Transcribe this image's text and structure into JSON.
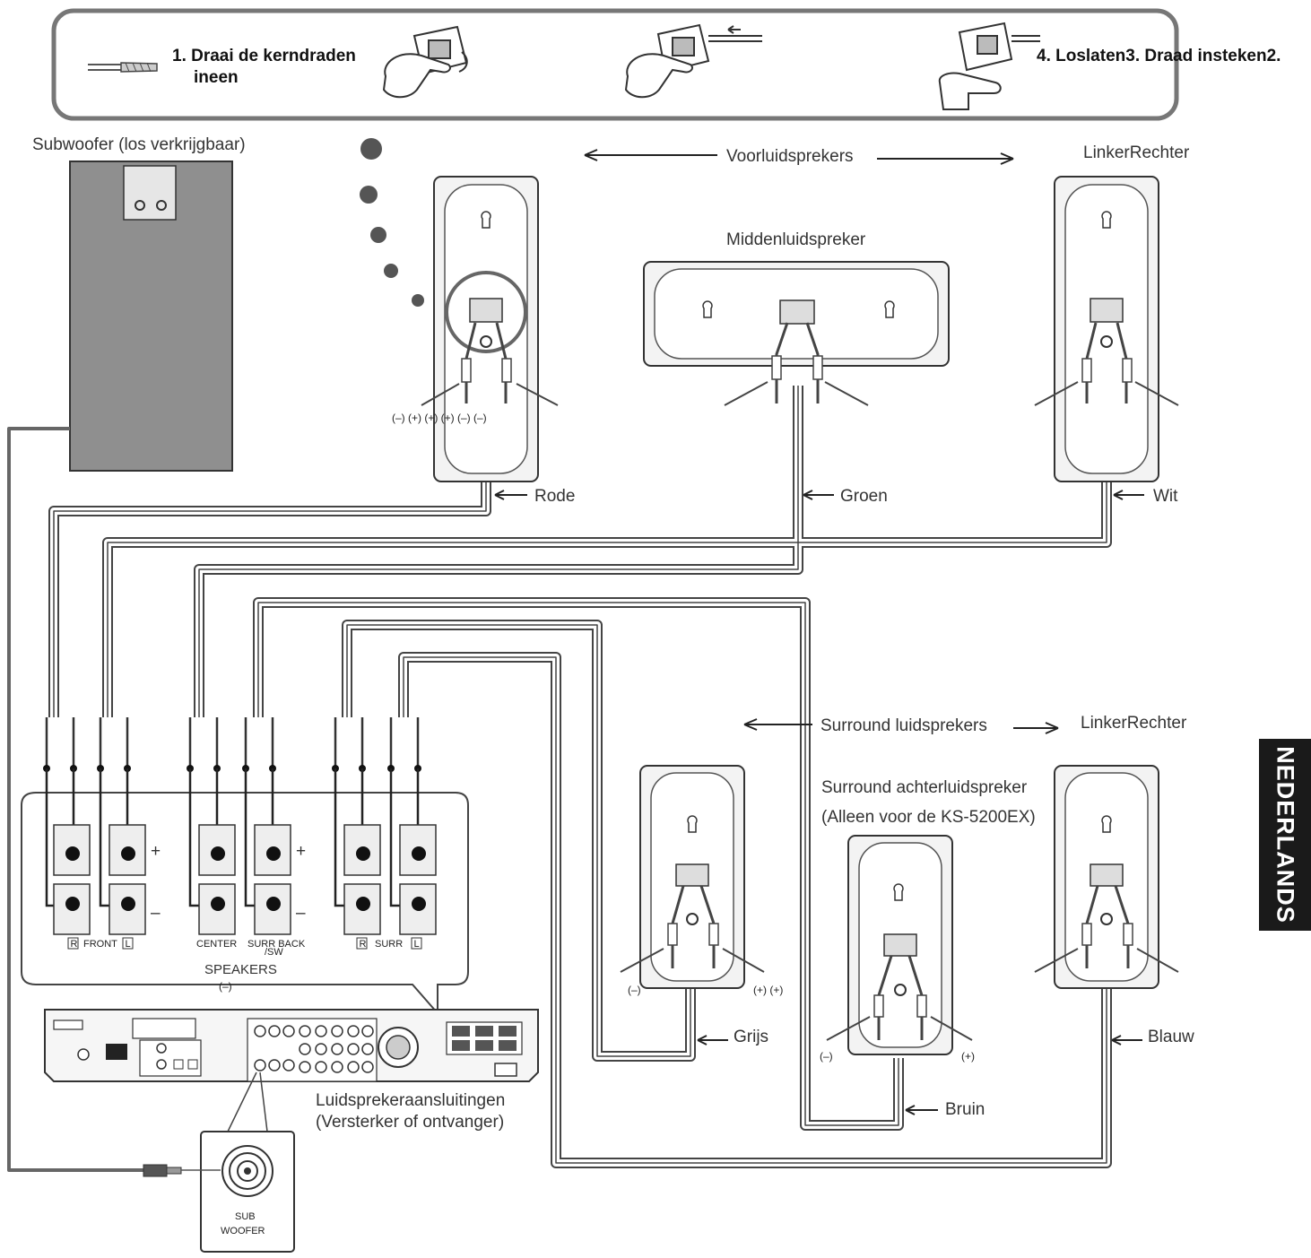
{
  "steps": {
    "step1": "1. Draai de kerndraden",
    "step1b": "ineen",
    "steps_combined": "4. Loslaten3. Draad insteken2."
  },
  "subwoofer": {
    "label": "Subwoofer (los verkrijgbaar)"
  },
  "front": {
    "label": "Voorluidsprekers",
    "left_right": "LinkerRechter",
    "polarity": "(–) (+) (+) (+) (–) (–)"
  },
  "center": {
    "label": "Middenluidspreker"
  },
  "surround": {
    "label": "Surround luidsprekers",
    "left_right": "LinkerRechter",
    "back_line1": "Surround achterluidspreker",
    "back_line2": "(Alleen voor de KS-5200EX)"
  },
  "wire_colors": {
    "red": "Rode",
    "green": "Groen",
    "white": "Wit",
    "grey": "Grijs",
    "brown": "Bruin",
    "blue": "Blauw"
  },
  "polarity": {
    "minus": "(–)",
    "plus": "(+)",
    "plus_plus": "(+) (+)"
  },
  "terminals": {
    "front": "FRONT",
    "center": "CENTER",
    "surr_back": "SURR BACK",
    "sw": "/SW",
    "surr": "SURR",
    "r": "R",
    "l": "L",
    "plus": "+",
    "minus": "–",
    "speakers": "SPEAKERS",
    "speakers_polarity": "(–)"
  },
  "amplifier": {
    "line1": "Luidsprekeraansluitingen",
    "line2": "(Versterker of ontvanger)"
  },
  "sub_jack": {
    "line1": "SUB",
    "line2": "WOOFER"
  },
  "language_tab": "NEDERLANDS"
}
